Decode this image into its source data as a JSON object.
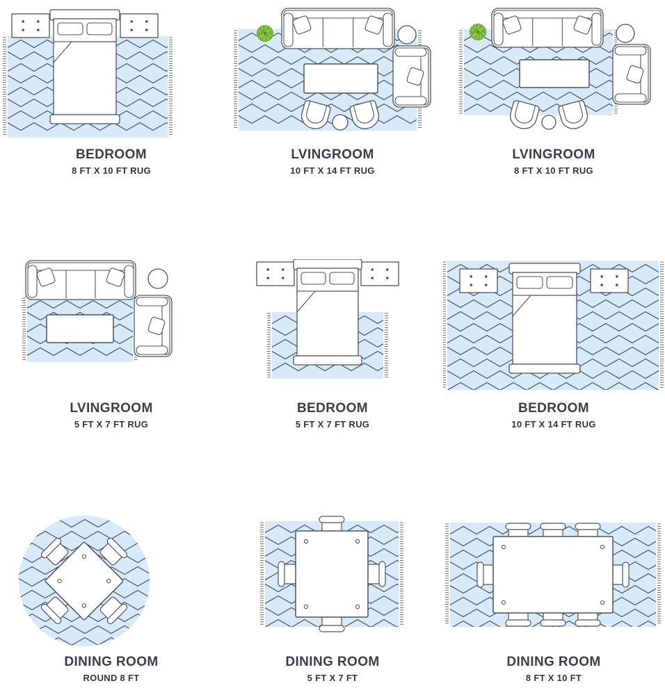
{
  "page": {
    "background": "#ffffff"
  },
  "colors": {
    "rug_fill": "#d8eaf9",
    "zigzag": "#44505c",
    "furniture_stroke": "#4d535b",
    "furniture_fill": "#ffffff",
    "plant_fill": "#8dc63f",
    "plant_stroke": "#4e8c2f",
    "title_text": "#3a3f44",
    "subtitle_text": "#30353a"
  },
  "cells": [
    {
      "id": "bedroom-8x10",
      "title": "BEDROOM",
      "subtitle": "8 FT X 10 FT RUG",
      "illustration": "bedroom-8x10",
      "furniture": [
        "area-rug",
        "nightstand",
        "nightstand",
        "bed"
      ]
    },
    {
      "id": "livingroom-10x14",
      "title": "LVINGROOM",
      "subtitle": "10 FT X 14 FT RUG",
      "illustration": "living-10x14",
      "furniture": [
        "area-rug",
        "plant",
        "sofa",
        "side-table",
        "lounge-chair",
        "coffee-table",
        "accent-chair",
        "accent-chair",
        "ottoman"
      ]
    },
    {
      "id": "livingroom-8x10",
      "title": "LVINGROOM",
      "subtitle": "8 FT X 10 FT RUG",
      "illustration": "living-8x10",
      "furniture": [
        "area-rug",
        "plant",
        "sofa",
        "side-table",
        "lounge-chair",
        "coffee-table",
        "accent-chair",
        "accent-chair",
        "ottoman"
      ]
    },
    {
      "id": "livingroom-5x7",
      "title": "LVINGROOM",
      "subtitle": "5 FT X 7 FT RUG",
      "illustration": "living-5x7",
      "furniture": [
        "area-rug",
        "sofa",
        "side-table",
        "coffee-table",
        "lounge-chair"
      ]
    },
    {
      "id": "bedroom-5x7",
      "title": "BEDROOM",
      "subtitle": "5 FT X 7 FT RUG",
      "illustration": "bedroom-5x7",
      "furniture": [
        "area-rug",
        "nightstand",
        "nightstand",
        "bed"
      ]
    },
    {
      "id": "bedroom-10x14",
      "title": "BEDROOM",
      "subtitle": "10 FT X 14 FT RUG",
      "illustration": "bedroom-10x14",
      "furniture": [
        "area-rug",
        "nightstand",
        "nightstand",
        "bed"
      ]
    },
    {
      "id": "dining-round-8",
      "title": "DINING ROOM",
      "subtitle": "ROUND 8 FT",
      "illustration": "dining-round-8",
      "furniture": [
        "round-rug",
        "dining-table",
        "dining-chair",
        "dining-chair",
        "dining-chair",
        "dining-chair"
      ]
    },
    {
      "id": "dining-5x7",
      "title": "DINING ROOM",
      "subtitle": "5 FT X 7 FT",
      "illustration": "dining-5x7",
      "furniture": [
        "area-rug",
        "dining-table",
        "dining-chair",
        "dining-chair",
        "dining-chair",
        "dining-chair"
      ]
    },
    {
      "id": "dining-8x10",
      "title": "DINING ROOM",
      "subtitle": "8 FT X 10 FT",
      "illustration": "dining-8x10",
      "furniture": [
        "area-rug",
        "dining-table",
        "dining-chair",
        "dining-chair",
        "dining-chair",
        "dining-chair",
        "dining-chair",
        "dining-chair",
        "dining-chair",
        "dining-chair"
      ]
    }
  ]
}
